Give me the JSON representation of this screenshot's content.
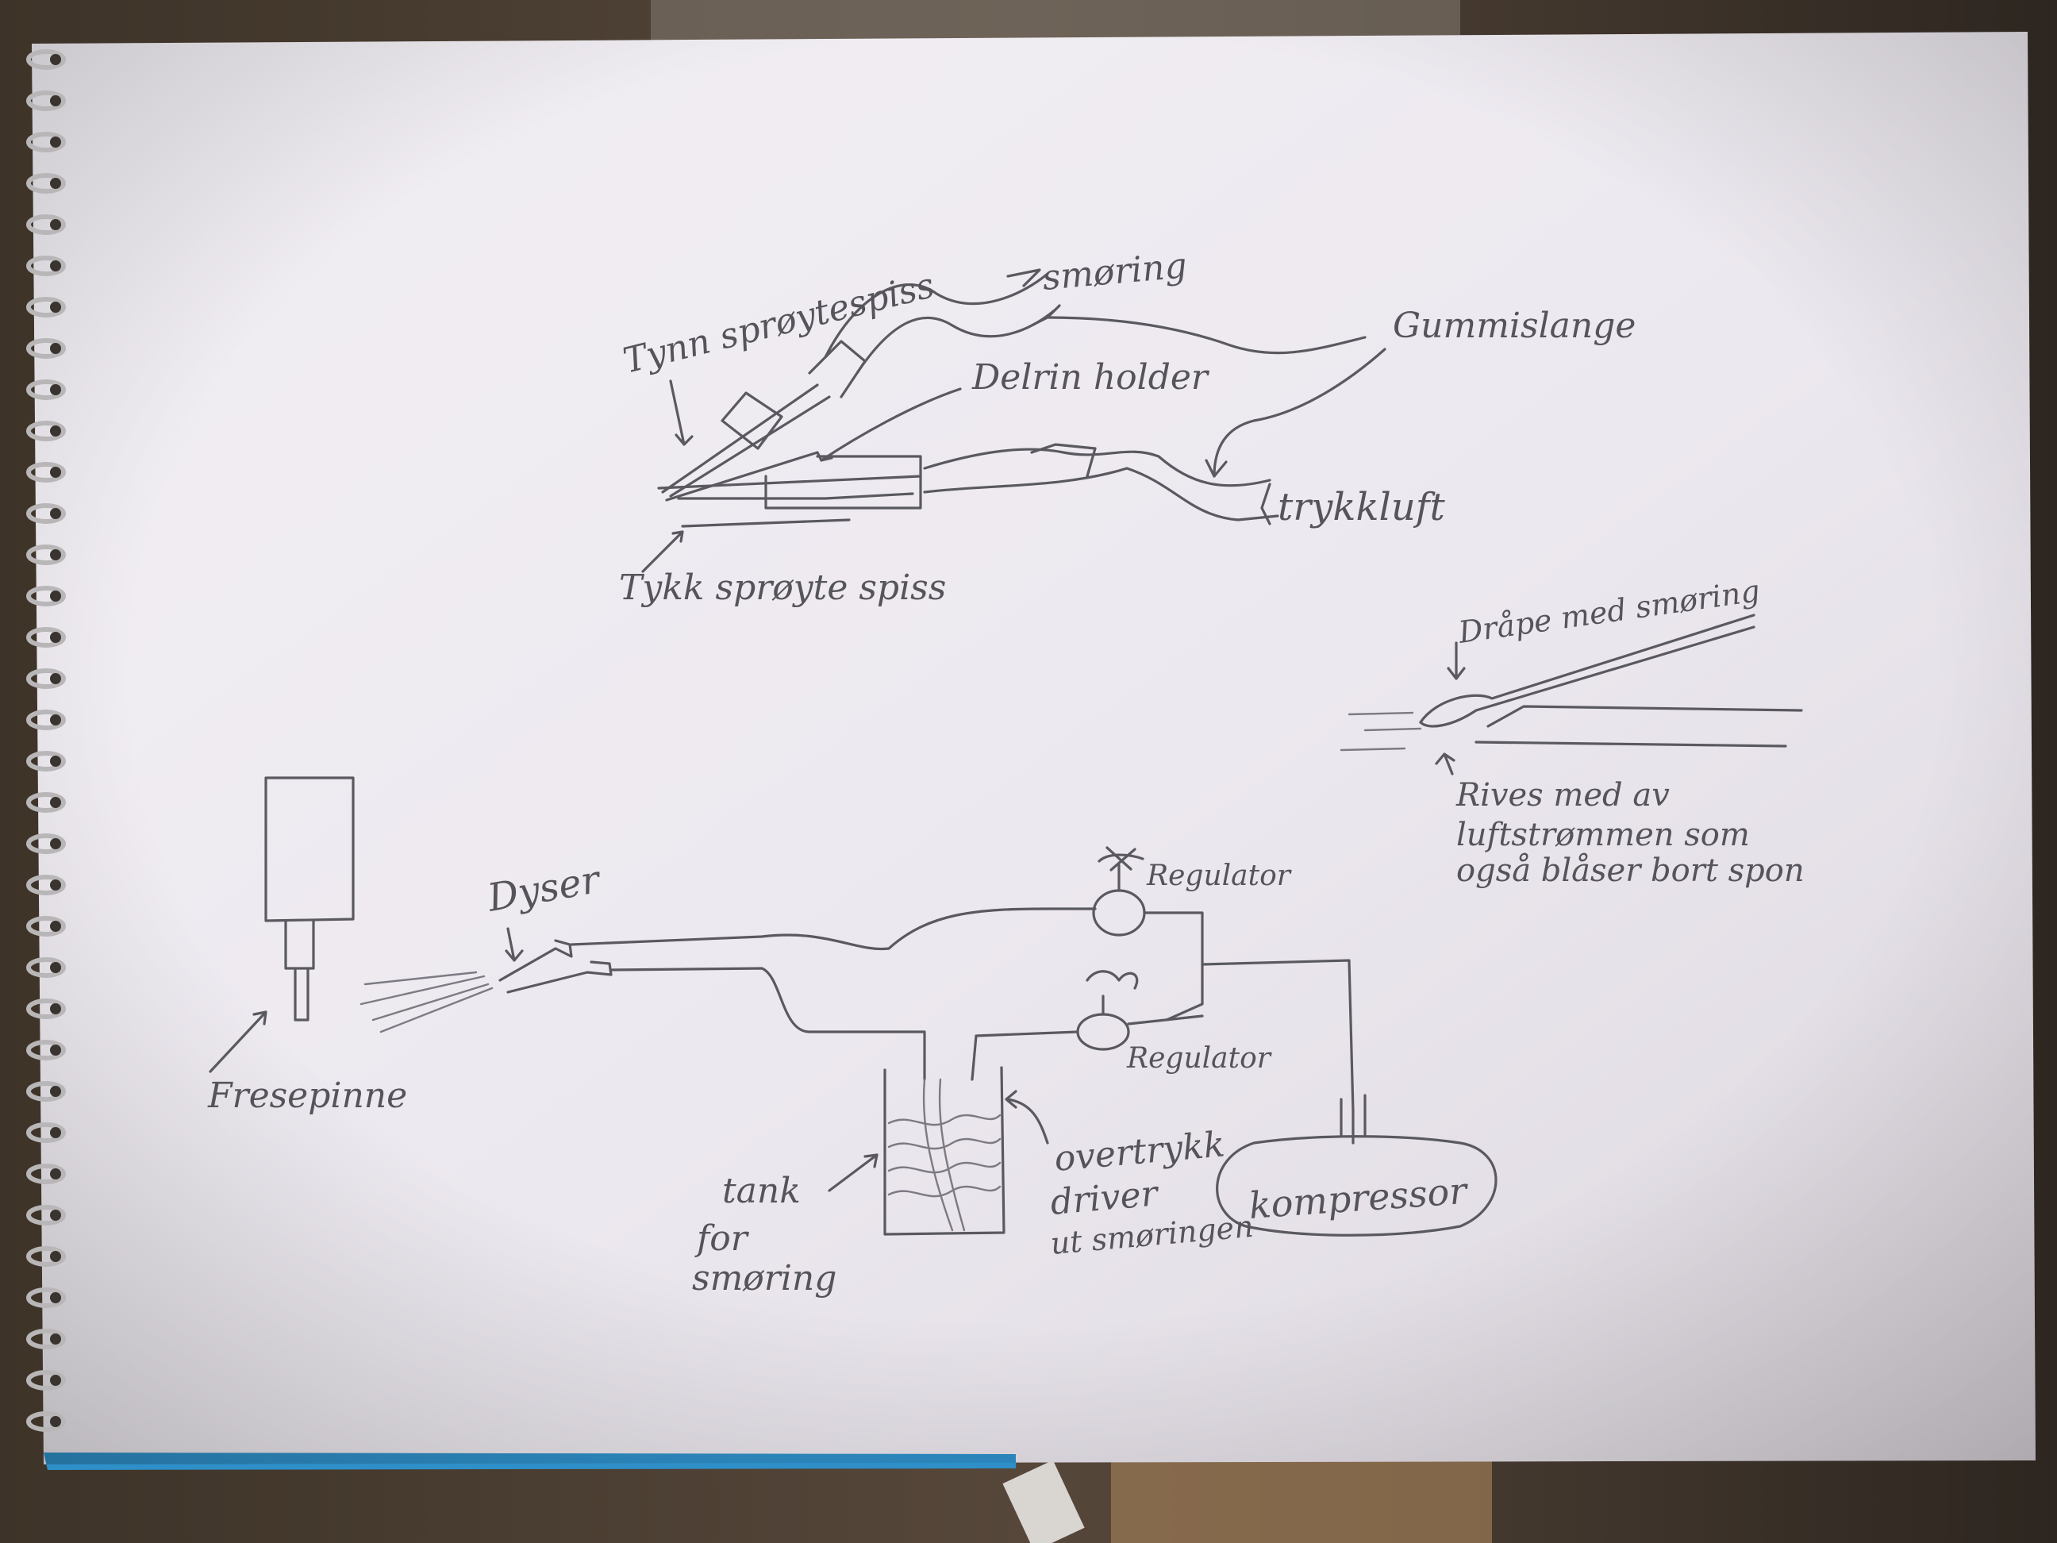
{
  "labels": {
    "tynn_spisse": "Tynn sprøytespiss",
    "smoring_top": "smøring",
    "gummislange": "Gummislange",
    "delrin": "Delrin holder",
    "trykkluft": "trykkluft",
    "tykk_spiss": "Tykk sprøyte spiss",
    "drape": "Dråpe med smøring",
    "rives_1": "Rives med av",
    "rives_2": "luftstrømmen som",
    "rives_3": "også blåser bort spon",
    "dyser": "Dyser",
    "regulator_1": "Regulator",
    "regulator_2": "Regulator",
    "fresepinne": "Fresepinne",
    "tank_1": "tank",
    "tank_2": "for",
    "tank_3": "smøring",
    "overtrykk_1": "overtrykk",
    "overtrykk_2": "driver",
    "overtrykk_3": "ut smøringen",
    "kompressor": "kompressor"
  }
}
